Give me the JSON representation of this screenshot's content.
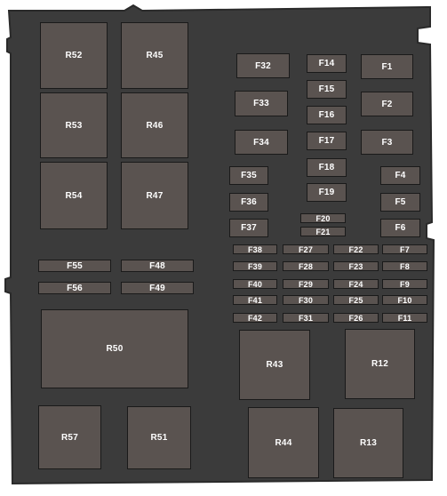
{
  "colors": {
    "board": "#3b3b3b",
    "board_edge": "#2a2a2a",
    "component": "#5a5350",
    "component_border": "#1a1a1a",
    "label": "#ffffff",
    "background": "#ffffff"
  },
  "relays": {
    "R52": "R52",
    "R45": "R45",
    "R53": "R53",
    "R46": "R46",
    "R54": "R54",
    "R47": "R47",
    "R50": "R50",
    "R57": "R57",
    "R51": "R51",
    "R43": "R43",
    "R12": "R12",
    "R44": "R44",
    "R13": "R13"
  },
  "fuses": {
    "F1": "F1",
    "F2": "F2",
    "F3": "F3",
    "F4": "F4",
    "F5": "F5",
    "F6": "F6",
    "F7": "F7",
    "F8": "F8",
    "F9": "F9",
    "F10": "F10",
    "F11": "F11",
    "F14": "F14",
    "F15": "F15",
    "F16": "F16",
    "F17": "F17",
    "F18": "F18",
    "F19": "F19",
    "F20": "F20",
    "F21": "F21",
    "F22": "F22",
    "F23": "F23",
    "F24": "F24",
    "F25": "F25",
    "F26": "F26",
    "F27": "F27",
    "F28": "F28",
    "F29": "F29",
    "F30": "F30",
    "F31": "F31",
    "F32": "F32",
    "F33": "F33",
    "F34": "F34",
    "F35": "F35",
    "F36": "F36",
    "F37": "F37",
    "F38": "F38",
    "F39": "F39",
    "F40": "F40",
    "F41": "F41",
    "F42": "F42",
    "F48": "F48",
    "F49": "F49",
    "F55": "F55",
    "F56": "F56"
  }
}
